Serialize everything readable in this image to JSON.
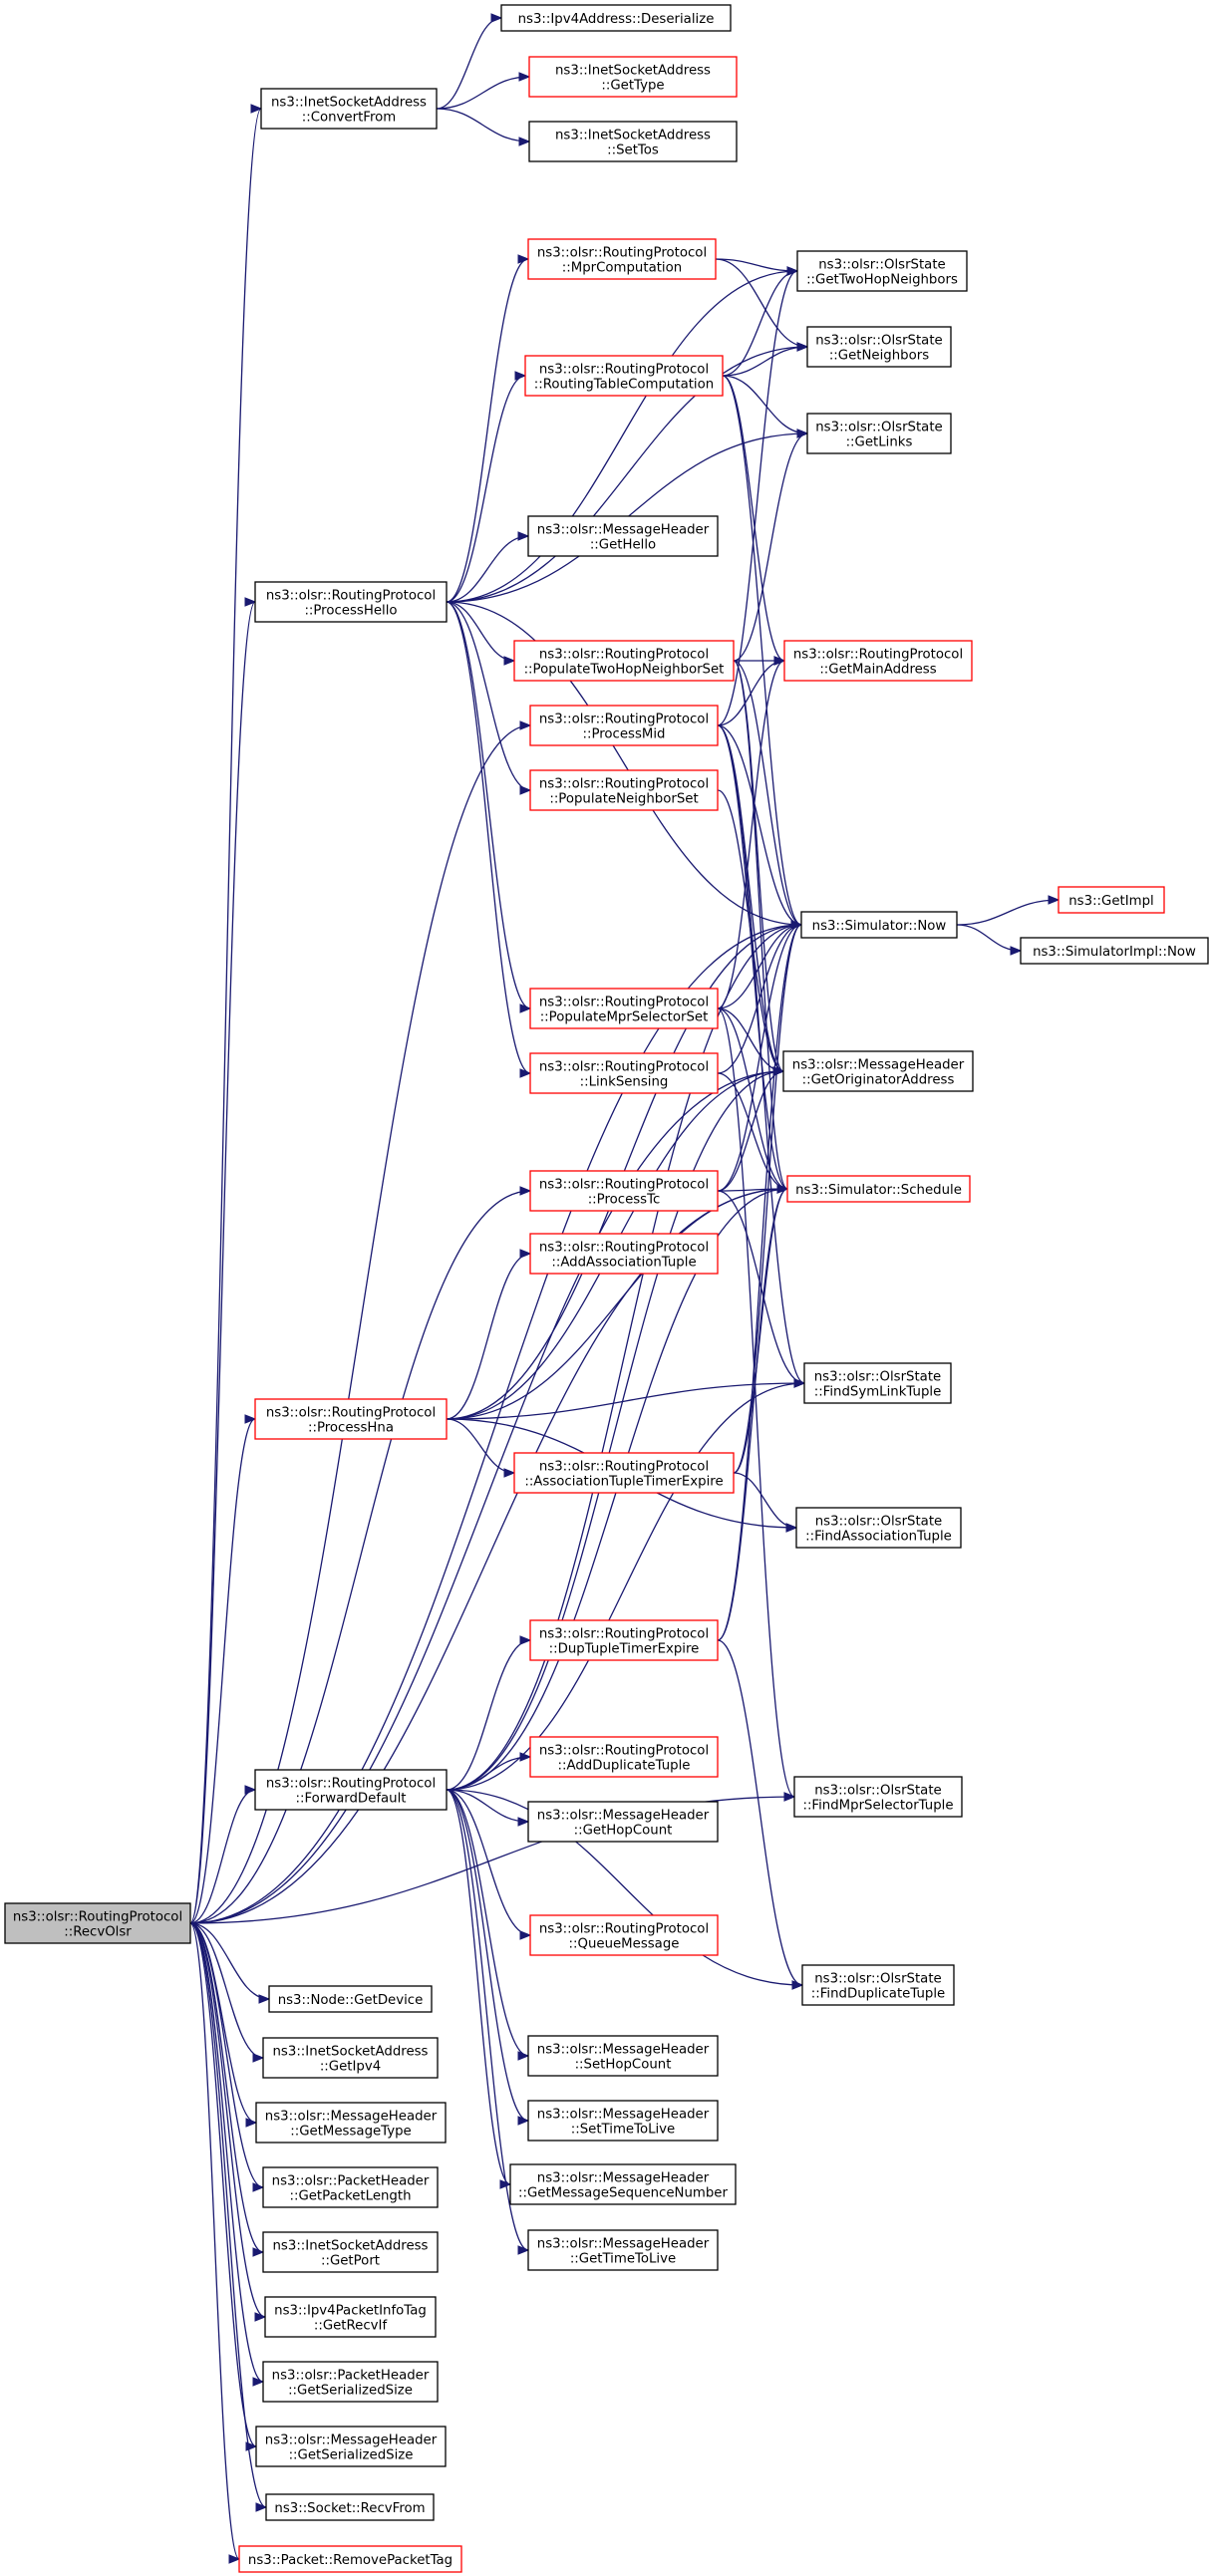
{
  "diagram": {
    "title": "Call graph of ns3::olsr::RoutingProtocol::RecvOlsr",
    "colors": {
      "edge": "#191970",
      "undocumented_border": "#ff0000",
      "documented_border": "#000000",
      "root_fill": "#bfbfbf"
    },
    "nodes": [
      {
        "id": "recvolsr",
        "lines": [
          "ns3::olsr::RoutingProtocol",
          "::RecvOlsr"
        ],
        "style": "root"
      },
      {
        "id": "convertfrom",
        "lines": [
          "ns3::InetSocketAddress",
          "::ConvertFrom"
        ],
        "style": "black"
      },
      {
        "id": "deserialize",
        "lines": [
          "ns3::Ipv4Address::Deserialize"
        ],
        "style": "black"
      },
      {
        "id": "gettype",
        "lines": [
          "ns3::InetSocketAddress",
          "::GetType"
        ],
        "style": "red"
      },
      {
        "id": "settos",
        "lines": [
          "ns3::InetSocketAddress",
          "::SetTos"
        ],
        "style": "black"
      },
      {
        "id": "mprcomputation",
        "lines": [
          "ns3::olsr::RoutingProtocol",
          "::MprComputation"
        ],
        "style": "red"
      },
      {
        "id": "gettwohop",
        "lines": [
          "ns3::olsr::OlsrState",
          "::GetTwoHopNeighbors"
        ],
        "style": "black"
      },
      {
        "id": "getneighbors",
        "lines": [
          "ns3::olsr::OlsrState",
          "::GetNeighbors"
        ],
        "style": "black"
      },
      {
        "id": "routingtable",
        "lines": [
          "ns3::olsr::RoutingProtocol",
          "::RoutingTableComputation"
        ],
        "style": "red"
      },
      {
        "id": "getlinks",
        "lines": [
          "ns3::olsr::OlsrState",
          "::GetLinks"
        ],
        "style": "black"
      },
      {
        "id": "gethello",
        "lines": [
          "ns3::olsr::MessageHeader",
          "::GetHello"
        ],
        "style": "black"
      },
      {
        "id": "processhello",
        "lines": [
          "ns3::olsr::RoutingProtocol",
          "::ProcessHello"
        ],
        "style": "black"
      },
      {
        "id": "populatetwohop",
        "lines": [
          "ns3::olsr::RoutingProtocol",
          "::PopulateTwoHopNeighborSet"
        ],
        "style": "red"
      },
      {
        "id": "getmainaddress",
        "lines": [
          "ns3::olsr::RoutingProtocol",
          "::GetMainAddress"
        ],
        "style": "red"
      },
      {
        "id": "processmid",
        "lines": [
          "ns3::olsr::RoutingProtocol",
          "::ProcessMid"
        ],
        "style": "red"
      },
      {
        "id": "populateneighbor",
        "lines": [
          "ns3::olsr::RoutingProtocol",
          "::PopulateNeighborSet"
        ],
        "style": "red"
      },
      {
        "id": "simnow",
        "lines": [
          "ns3::Simulator::Now"
        ],
        "style": "black"
      },
      {
        "id": "getimpl",
        "lines": [
          "ns3::GetImpl"
        ],
        "style": "red"
      },
      {
        "id": "simimplnow",
        "lines": [
          "ns3::SimulatorImpl::Now"
        ],
        "style": "black"
      },
      {
        "id": "populatempr",
        "lines": [
          "ns3::olsr::RoutingProtocol",
          "::PopulateMprSelectorSet"
        ],
        "style": "red"
      },
      {
        "id": "getoriginator",
        "lines": [
          "ns3::olsr::MessageHeader",
          "::GetOriginatorAddress"
        ],
        "style": "black"
      },
      {
        "id": "linksensing",
        "lines": [
          "ns3::olsr::RoutingProtocol",
          "::LinkSensing"
        ],
        "style": "red"
      },
      {
        "id": "processtc",
        "lines": [
          "ns3::olsr::RoutingProtocol",
          "::ProcessTc"
        ],
        "style": "red"
      },
      {
        "id": "schedule",
        "lines": [
          "ns3::Simulator::Schedule"
        ],
        "style": "red"
      },
      {
        "id": "addassoc",
        "lines": [
          "ns3::olsr::RoutingProtocol",
          "::AddAssociationTuple"
        ],
        "style": "red"
      },
      {
        "id": "processhna",
        "lines": [
          "ns3::olsr::RoutingProtocol",
          "::ProcessHna"
        ],
        "style": "red"
      },
      {
        "id": "findsymlink",
        "lines": [
          "ns3::olsr::OlsrState",
          "::FindSymLinkTuple"
        ],
        "style": "black"
      },
      {
        "id": "assoctimer",
        "lines": [
          "ns3::olsr::RoutingProtocol",
          "::AssociationTupleTimerExpire"
        ],
        "style": "red"
      },
      {
        "id": "findassoc",
        "lines": [
          "ns3::olsr::OlsrState",
          "::FindAssociationTuple"
        ],
        "style": "black"
      },
      {
        "id": "duptimer",
        "lines": [
          "ns3::olsr::RoutingProtocol",
          "::DupTupleTimerExpire"
        ],
        "style": "red"
      },
      {
        "id": "forwarddefault",
        "lines": [
          "ns3::olsr::RoutingProtocol",
          "::ForwardDefault"
        ],
        "style": "black"
      },
      {
        "id": "addduplicate",
        "lines": [
          "ns3::olsr::RoutingProtocol",
          "::AddDuplicateTuple"
        ],
        "style": "red"
      },
      {
        "id": "gethopcount",
        "lines": [
          "ns3::olsr::MessageHeader",
          "::GetHopCount"
        ],
        "style": "black"
      },
      {
        "id": "findmprselector",
        "lines": [
          "ns3::olsr::OlsrState",
          "::FindMprSelectorTuple"
        ],
        "style": "black"
      },
      {
        "id": "queuemessage",
        "lines": [
          "ns3::olsr::RoutingProtocol",
          "::QueueMessage"
        ],
        "style": "red"
      },
      {
        "id": "findduplicate",
        "lines": [
          "ns3::olsr::OlsrState",
          "::FindDuplicateTuple"
        ],
        "style": "black"
      },
      {
        "id": "getdevice",
        "lines": [
          "ns3::Node::GetDevice"
        ],
        "style": "black"
      },
      {
        "id": "getipv4",
        "lines": [
          "ns3::InetSocketAddress",
          "::GetIpv4"
        ],
        "style": "black"
      },
      {
        "id": "sethopcount",
        "lines": [
          "ns3::olsr::MessageHeader",
          "::SetHopCount"
        ],
        "style": "black"
      },
      {
        "id": "getmsgtype",
        "lines": [
          "ns3::olsr::MessageHeader",
          "::GetMessageType"
        ],
        "style": "black"
      },
      {
        "id": "setttl",
        "lines": [
          "ns3::olsr::MessageHeader",
          "::SetTimeToLive"
        ],
        "style": "black"
      },
      {
        "id": "getpacketlength",
        "lines": [
          "ns3::olsr::PacketHeader",
          "::GetPacketLength"
        ],
        "style": "black"
      },
      {
        "id": "getmsgseq",
        "lines": [
          "ns3::olsr::MessageHeader",
          "::GetMessageSequenceNumber"
        ],
        "style": "black"
      },
      {
        "id": "getttl",
        "lines": [
          "ns3::olsr::MessageHeader",
          "::GetTimeToLive"
        ],
        "style": "black"
      },
      {
        "id": "getport",
        "lines": [
          "ns3::InetSocketAddress",
          "::GetPort"
        ],
        "style": "black"
      },
      {
        "id": "getrecvif",
        "lines": [
          "ns3::Ipv4PacketInfoTag",
          "::GetRecvIf"
        ],
        "style": "black"
      },
      {
        "id": "pktserialsize",
        "lines": [
          "ns3::olsr::PacketHeader",
          "::GetSerializedSize"
        ],
        "style": "black"
      },
      {
        "id": "msgserialsize",
        "lines": [
          "ns3::olsr::MessageHeader",
          "::GetSerializedSize"
        ],
        "style": "black"
      },
      {
        "id": "recvfrom",
        "lines": [
          "ns3::Socket::RecvFrom"
        ],
        "style": "black"
      },
      {
        "id": "removepackettag",
        "lines": [
          "ns3::Packet::RemovePacketTag"
        ],
        "style": "red"
      }
    ],
    "edges": [
      [
        "recvolsr",
        "convertfrom"
      ],
      [
        "recvolsr",
        "processhello"
      ],
      [
        "recvolsr",
        "processmid"
      ],
      [
        "recvolsr",
        "simnow"
      ],
      [
        "recvolsr",
        "getoriginator"
      ],
      [
        "recvolsr",
        "processtc"
      ],
      [
        "recvolsr",
        "processhna"
      ],
      [
        "recvolsr",
        "forwarddefault"
      ],
      [
        "recvolsr",
        "getdevice"
      ],
      [
        "recvolsr",
        "getipv4"
      ],
      [
        "recvolsr",
        "getmsgtype"
      ],
      [
        "recvolsr",
        "getpacketlength"
      ],
      [
        "recvolsr",
        "getport"
      ],
      [
        "recvolsr",
        "getrecvif"
      ],
      [
        "recvolsr",
        "pktserialsize"
      ],
      [
        "recvolsr",
        "msgserialsize"
      ],
      [
        "recvolsr",
        "recvfrom"
      ],
      [
        "recvolsr",
        "removepackettag"
      ],
      [
        "recvolsr",
        "schedule"
      ],
      [
        "recvolsr",
        "findmprselector"
      ],
      [
        "convertfrom",
        "deserialize"
      ],
      [
        "convertfrom",
        "gettype"
      ],
      [
        "convertfrom",
        "settos"
      ],
      [
        "processhello",
        "mprcomputation"
      ],
      [
        "processhello",
        "gettwohop"
      ],
      [
        "processhello",
        "getneighbors"
      ],
      [
        "processhello",
        "routingtable"
      ],
      [
        "processhello",
        "getlinks"
      ],
      [
        "processhello",
        "gethello"
      ],
      [
        "processhello",
        "populatetwohop"
      ],
      [
        "processhello",
        "populateneighbor"
      ],
      [
        "processhello",
        "populatempr"
      ],
      [
        "processhello",
        "linksensing"
      ],
      [
        "processhello",
        "simnow"
      ],
      [
        "mprcomputation",
        "gettwohop"
      ],
      [
        "mprcomputation",
        "getneighbors"
      ],
      [
        "routingtable",
        "gettwohop"
      ],
      [
        "routingtable",
        "getneighbors"
      ],
      [
        "routingtable",
        "getlinks"
      ],
      [
        "routingtable",
        "getmainaddress"
      ],
      [
        "routingtable",
        "simnow"
      ],
      [
        "populatetwohop",
        "getmainaddress"
      ],
      [
        "populatetwohop",
        "getlinks"
      ],
      [
        "populatetwohop",
        "simnow"
      ],
      [
        "populatetwohop",
        "getoriginator"
      ],
      [
        "populatetwohop",
        "schedule"
      ],
      [
        "processmid",
        "getmainaddress"
      ],
      [
        "processmid",
        "gettwohop"
      ],
      [
        "processmid",
        "simnow"
      ],
      [
        "processmid",
        "getoriginator"
      ],
      [
        "processmid",
        "schedule"
      ],
      [
        "processmid",
        "findsymlink"
      ],
      [
        "populateneighbor",
        "getoriginator"
      ],
      [
        "simnow",
        "getimpl"
      ],
      [
        "simnow",
        "simimplnow"
      ],
      [
        "populatempr",
        "getmainaddress"
      ],
      [
        "populatempr",
        "simnow"
      ],
      [
        "populatempr",
        "getoriginator"
      ],
      [
        "populatempr",
        "schedule"
      ],
      [
        "populatempr",
        "findmprselector"
      ],
      [
        "linksensing",
        "simnow"
      ],
      [
        "linksensing",
        "schedule"
      ],
      [
        "processtc",
        "getoriginator"
      ],
      [
        "processtc",
        "schedule"
      ],
      [
        "processtc",
        "simnow"
      ],
      [
        "processtc",
        "findsymlink"
      ],
      [
        "processhna",
        "addassoc"
      ],
      [
        "processhna",
        "simnow"
      ],
      [
        "processhna",
        "getoriginator"
      ],
      [
        "processhna",
        "assoctimer"
      ],
      [
        "processhna",
        "findsymlink"
      ],
      [
        "processhna",
        "findassoc"
      ],
      [
        "processhna",
        "schedule"
      ],
      [
        "assoctimer",
        "simnow"
      ],
      [
        "assoctimer",
        "schedule"
      ],
      [
        "assoctimer",
        "findassoc"
      ],
      [
        "duptimer",
        "simnow"
      ],
      [
        "duptimer",
        "schedule"
      ],
      [
        "duptimer",
        "findduplicate"
      ],
      [
        "forwarddefault",
        "duptimer"
      ],
      [
        "forwarddefault",
        "addduplicate"
      ],
      [
        "forwarddefault",
        "gethopcount"
      ],
      [
        "forwarddefault",
        "queuemessage"
      ],
      [
        "forwarddefault",
        "sethopcount"
      ],
      [
        "forwarddefault",
        "setttl"
      ],
      [
        "forwarddefault",
        "getmsgseq"
      ],
      [
        "forwarddefault",
        "getttl"
      ],
      [
        "forwarddefault",
        "simnow"
      ],
      [
        "forwarddefault",
        "getoriginator"
      ],
      [
        "forwarddefault",
        "schedule"
      ],
      [
        "forwarddefault",
        "findsymlink"
      ],
      [
        "forwarddefault",
        "findduplicate"
      ]
    ]
  }
}
